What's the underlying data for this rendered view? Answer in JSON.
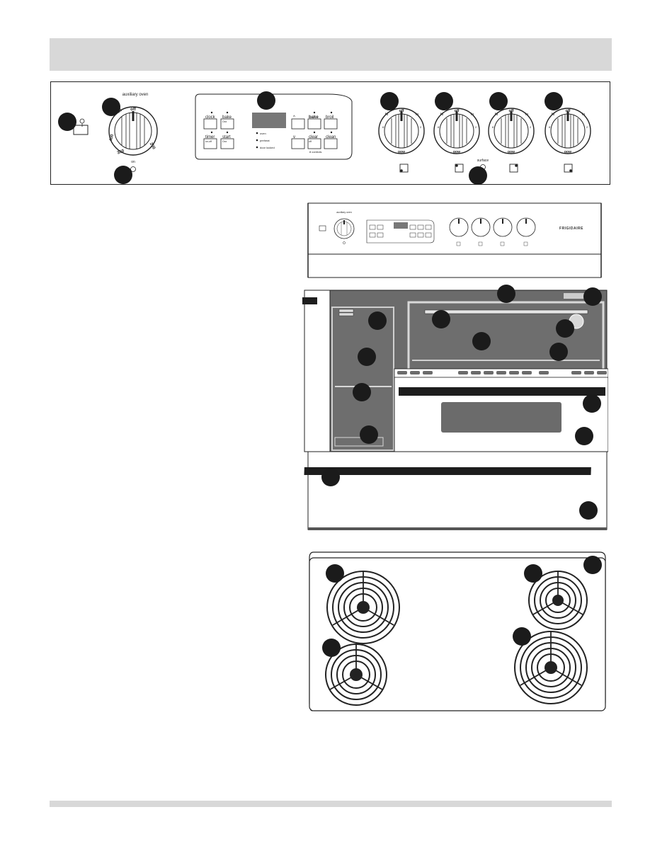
{
  "panel": {
    "auxiliary_label": "auxiliary oven",
    "aux_knob_marks": {
      "off": "off",
      "broil": "broil",
      "t1": "400",
      "t2": "350",
      "t3": "200"
    },
    "on_label": "on",
    "surface_label": "surface",
    "keypad": {
      "clock": "clock",
      "bake_left": "bake",
      "bake_left_sub": "Oxx",
      "timer": "timer",
      "timer_sub": "on-off",
      "start": "start",
      "start_sub": "Oxx",
      "up": "^",
      "down": "v",
      "bake": "bake",
      "broil": "broil",
      "clear": "clear",
      "clear_sub": "off",
      "clean": "clean",
      "lock_note": "8 controls",
      "indicators": [
        "oven",
        "preheat",
        "door locked"
      ]
    },
    "surface_knob_marks": {
      "off": "off",
      "hi": "hi",
      "lo": "lo",
      "power": "pow",
      "n2": "2",
      "n4": "4",
      "n6": "6",
      "n8": "8"
    }
  },
  "range": {
    "brand": "FRIGIDAIRE",
    "mini_aux_label": "auxiliary oven"
  },
  "colors": {
    "header": "#d8d8d8",
    "callout": "#1b1b1b",
    "cavity": "#6b6b6b",
    "handle": "#1d1d1d"
  },
  "icons": [
    "oven-light-icon",
    "surface-position-icon",
    "element-coil-icon",
    "callout-marker-icon"
  ]
}
